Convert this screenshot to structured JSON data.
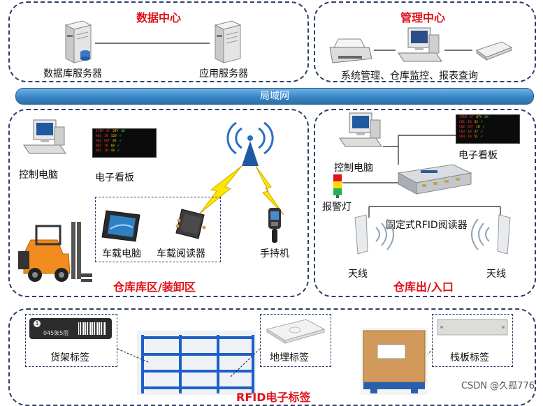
{
  "data_center": {
    "title": "数据中心",
    "db_server": "数据库服务器",
    "app_server": "应用服务器"
  },
  "mgmt_center": {
    "title": "管理中心",
    "functions": "系统管理、仓库监控、报表查询"
  },
  "lan": {
    "label": "局域网"
  },
  "warehouse_area": {
    "title": "仓库库区/装卸区",
    "control_pc": "控制电脑",
    "e_board": "电子看板",
    "vehicle_pc": "车载电脑",
    "vehicle_reader": "车载阅读器",
    "handheld": "手持机"
  },
  "gate_area": {
    "title": "仓库出/入口",
    "control_pc": "控制电脑",
    "e_board": "电子看板",
    "alarm_light": "报警灯",
    "fixed_reader": "固定式RFID阅读器",
    "antenna_left": "天线",
    "antenna_right": "天线"
  },
  "tags_area": {
    "shelf_tag": "货架标签",
    "ground_tag": "地埋标签",
    "pallet_tag": "栈板标签",
    "shelf_tag_text_1": "1",
    "shelf_tag_text_2": "045架5层",
    "title_partial": "RFID电子标签"
  },
  "watermark": "CSDN @久孤776"
}
